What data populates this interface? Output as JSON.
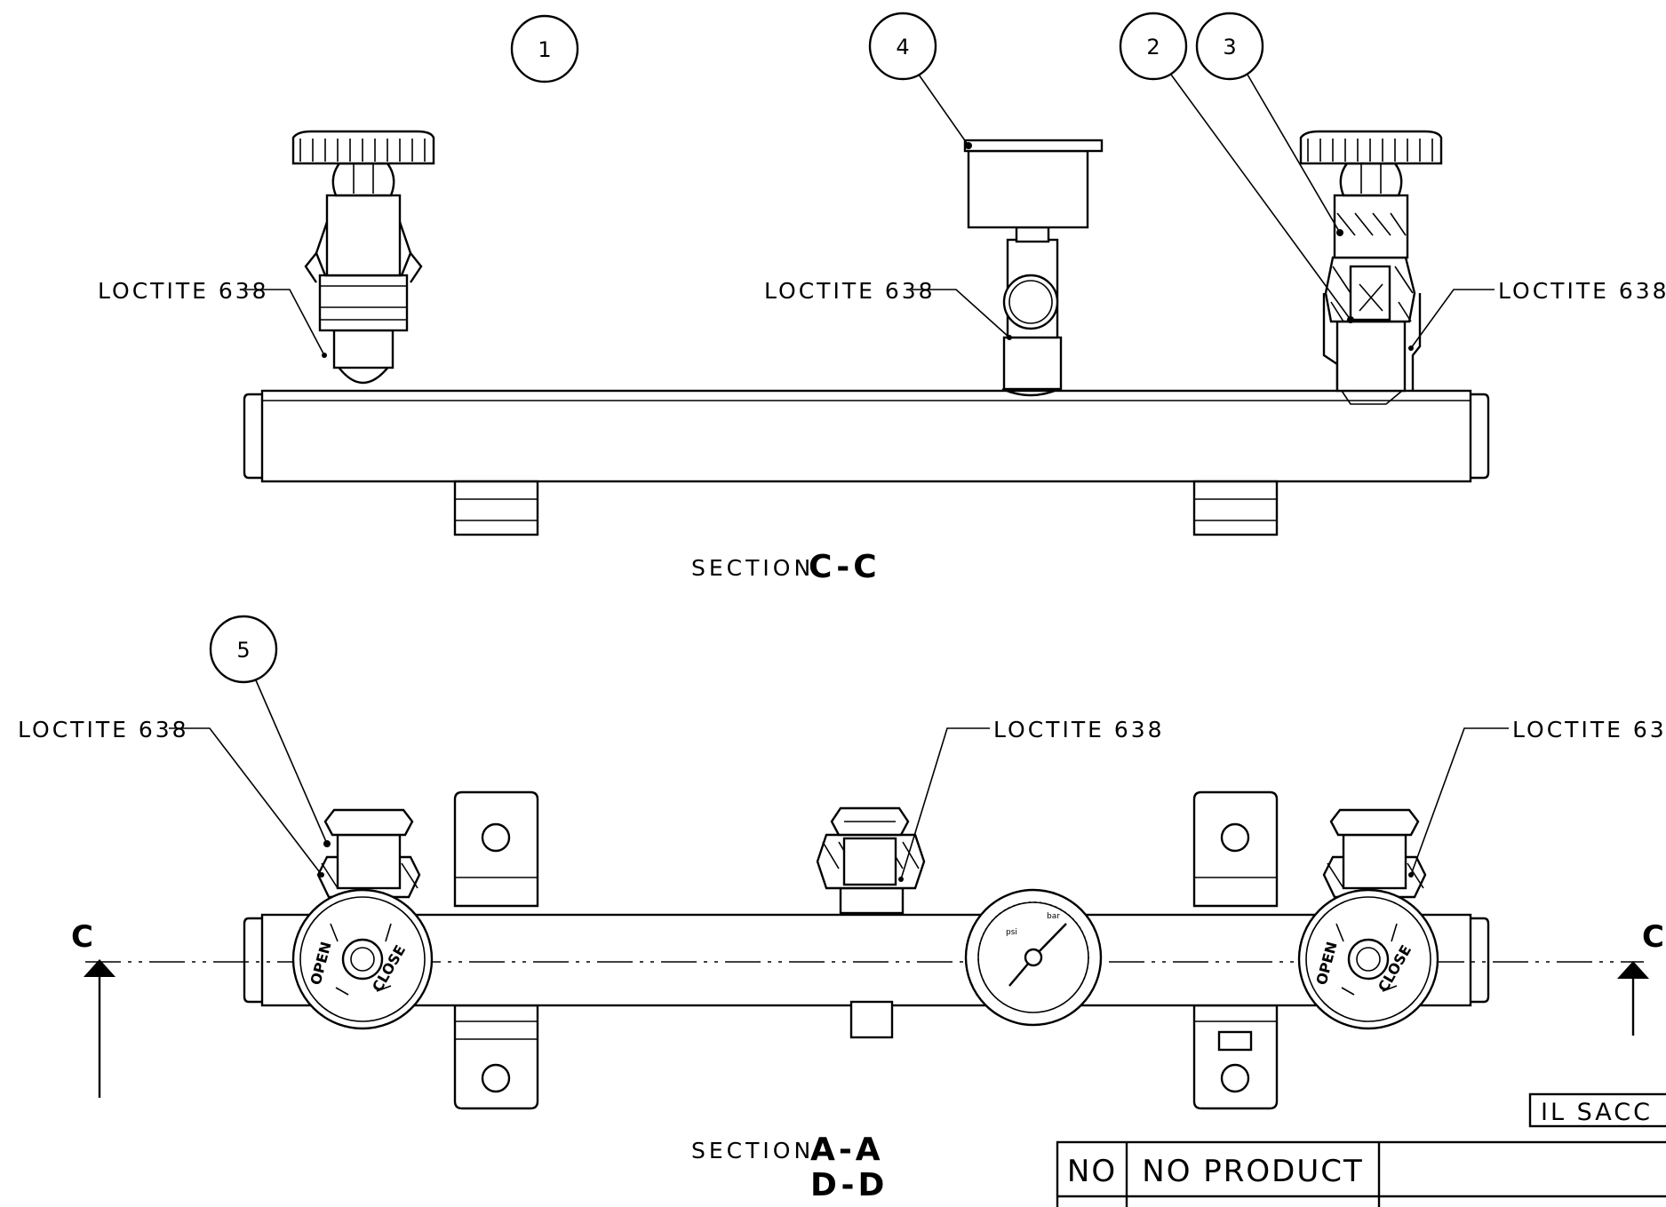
{
  "balloons": [
    "1",
    "4",
    "2",
    "3",
    "5"
  ],
  "notes": {
    "loctite": "LOCTITE 638"
  },
  "sections": {
    "section_word": "SECTION",
    "top_id": "C-C",
    "bottom_id_1": "A-A",
    "bottom_id_2": "D-D",
    "cut_letter": "C"
  },
  "valve_labels": {
    "open": "OPEN",
    "close": "CLOSE"
  },
  "gauge": {
    "unit_bar": "bar",
    "unit_psi": "psi"
  },
  "table": {
    "headers": [
      "NO",
      "NO PRODUCT"
    ]
  },
  "stamp": {
    "text": "IL SACC"
  }
}
